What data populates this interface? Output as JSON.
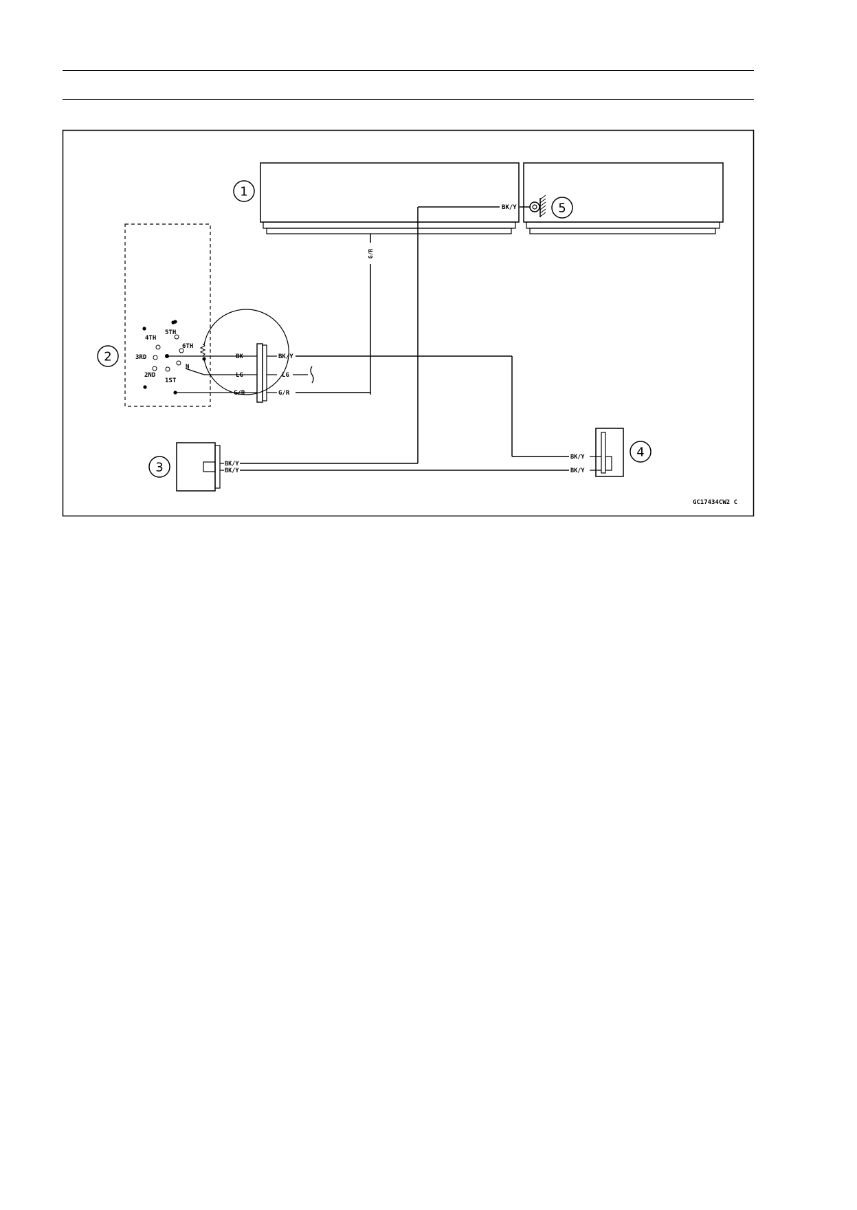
{
  "figure_code": "GC17434CW2 C",
  "callouts": [
    "1",
    "2",
    "3",
    "4",
    "5"
  ],
  "wire_colors": {
    "gr": "G/R",
    "bk": "BK",
    "bky": "BK/Y",
    "lg": "LG"
  },
  "gear_labels": {
    "first": "1ST",
    "second": "2ND",
    "third": "3RD",
    "fourth": "4TH",
    "fifth": "5TH",
    "sixth": "6TH",
    "neutral": "N"
  },
  "icons": [
    "ground-terminal-icon",
    "coil-resistor-icon",
    "connector-icon"
  ]
}
